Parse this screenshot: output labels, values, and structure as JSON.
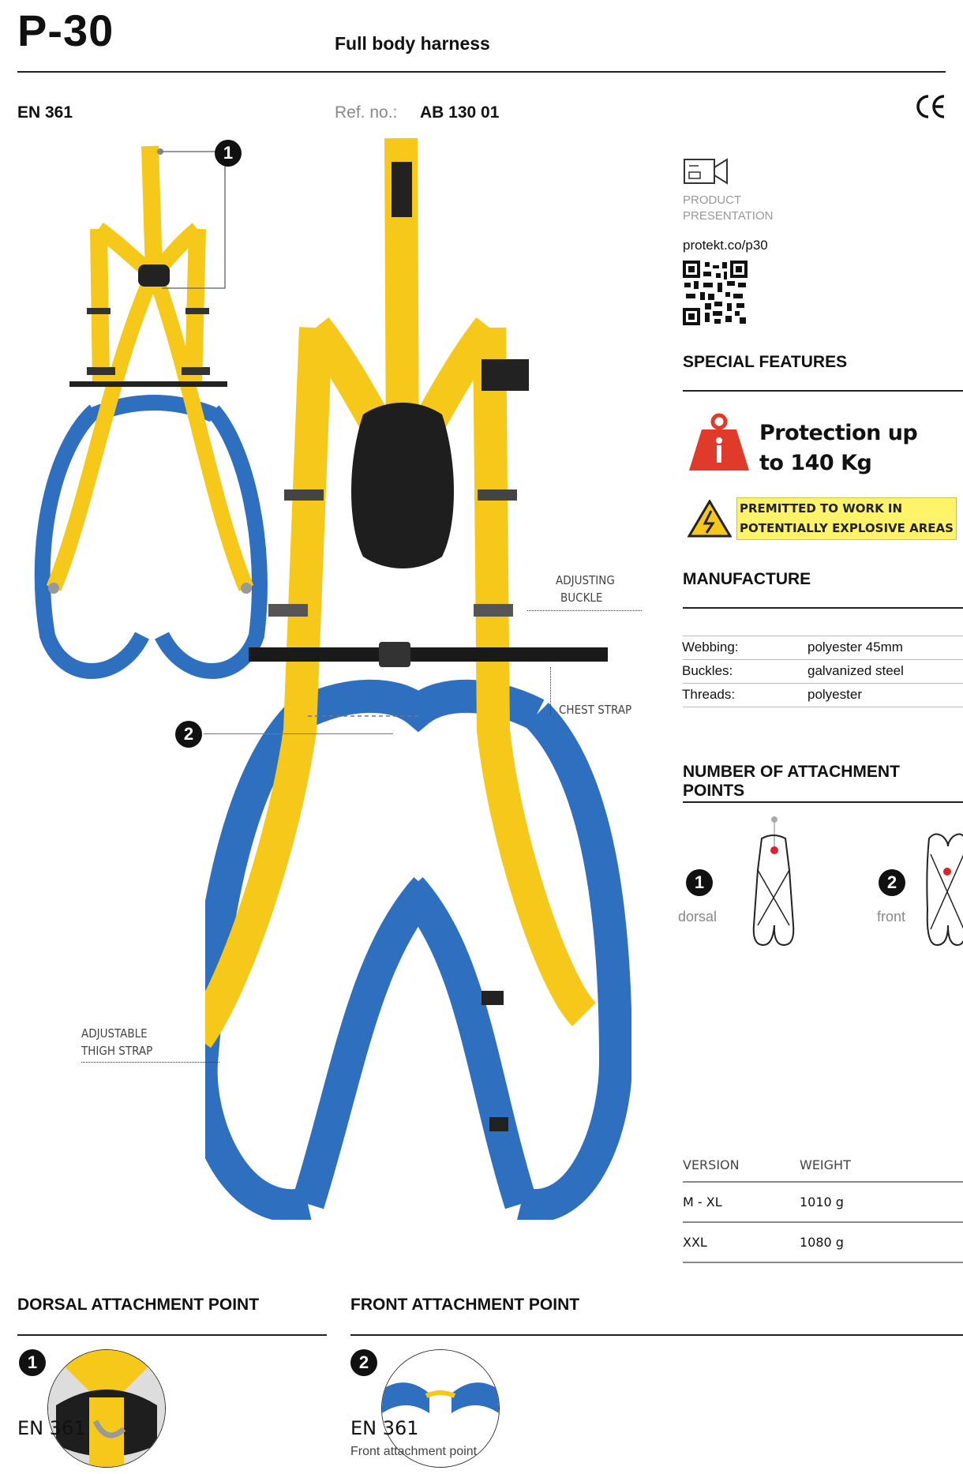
{
  "header": {
    "model": "P-30",
    "subtitle": "Full body harness",
    "standard": "EN 361",
    "ref_label": "Ref. no.:",
    "ref_value": "AB 130 01",
    "ce_mark": "CE"
  },
  "callouts": {
    "adjusting_buckle": [
      "ADJUSTING",
      "BUCKLE"
    ],
    "chest_strap": "CHEST STRAP",
    "thigh_strap": [
      "ADJUSTABLE",
      "THIGH STRAP"
    ],
    "badge1": "1",
    "badge2": "2"
  },
  "presentation": {
    "label": [
      "PRODUCT",
      "PRESENTATION"
    ],
    "url": "protekt.co/p30",
    "icon": "video-camera-icon"
  },
  "special_features": {
    "title": "SPECIAL FEATURES",
    "protection": [
      "Protection up",
      "to 140 Kg"
    ],
    "explosive": [
      "PREMITTED TO WORK IN",
      "POTENTIALLY EXPLOSIVE AREAS"
    ]
  },
  "manufacture": {
    "title": "MANUFACTURE",
    "rows": [
      {
        "label": "Webbing:",
        "value": "polyester 45mm"
      },
      {
        "label": "Buckles:",
        "value": "galvanized steel"
      },
      {
        "label": "Threads:",
        "value": "polyester"
      }
    ]
  },
  "attachment": {
    "title": "NUMBER OF ATTACHMENT POINTS",
    "points": [
      {
        "num": "1",
        "label": "dorsal"
      },
      {
        "num": "2",
        "label": "front"
      }
    ]
  },
  "versions": {
    "headers": [
      "VERSION",
      "WEIGHT"
    ],
    "rows": [
      {
        "version": "M - XL",
        "weight": "1010 g"
      },
      {
        "version": "XXL",
        "weight": "1080 g"
      }
    ]
  },
  "bottom": {
    "dorsal_title": "DORSAL ATTACHMENT POINT",
    "front_title": "FRONT ATTACHMENT POINT",
    "dorsal_num": "1",
    "front_num": "2",
    "dorsal_std": "EN 361",
    "front_std": "EN 361",
    "front_caption": "Front attachment point"
  },
  "colors": {
    "webbing_yellow": "#f6c81a",
    "webbing_blue": "#2f6fc0",
    "hardware_black": "#222222",
    "warning_red": "#e03a2a",
    "highlight_yellow": "#fff36a"
  }
}
